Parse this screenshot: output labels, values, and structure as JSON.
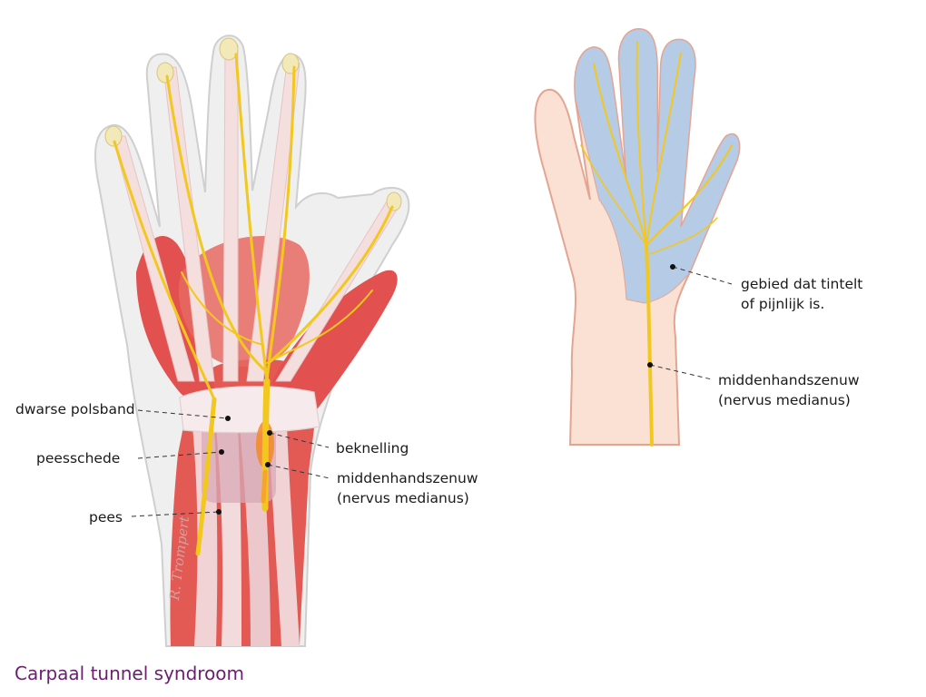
{
  "caption": "Carpaal tunnel syndroom",
  "signature": "R. Trompert",
  "left_labels": {
    "dwarse_polsband": "dwarse polsband",
    "peesschede": "peesschede",
    "pees": "pees",
    "beknelling": "beknelling",
    "median_nerve_1": "middenhandszenuw",
    "median_nerve_2": "(nervus medianus)"
  },
  "right_labels": {
    "area_1": "gebied dat tintelt",
    "area_2": "of pijnlijk is.",
    "median_nerve_1": "middenhandszenuw",
    "median_nerve_2": "(nervus medianus)"
  },
  "colors": {
    "caption": "#6b1f6e",
    "nerve": "#f2c81e",
    "muscle": "#e05555",
    "skin": "#fbe0d4",
    "affected_area": "#b6cbe6"
  }
}
